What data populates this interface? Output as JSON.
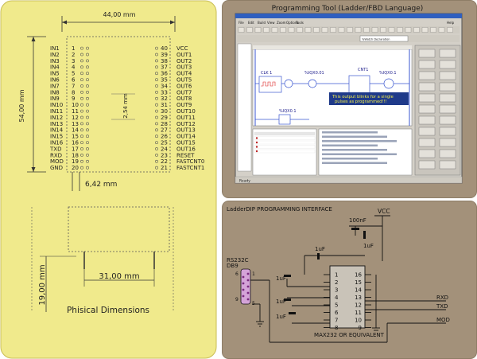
{
  "physical": {
    "width_dim": "44,00 mm",
    "height_dim": "54,00 mm",
    "pitch_dim": "2,54 mm",
    "row_dim": "6,42 mm",
    "side_height_dim": "19,00 mm",
    "side_width_dim": "31,00 mm",
    "caption": "Phisical Dimensions",
    "left_labels": [
      "IN1",
      "IN2",
      "IN3",
      "IN4",
      "IN5",
      "IN6",
      "IN7",
      "IN8",
      "IN9",
      "IN10",
      "IN11",
      "IN12",
      "IN13",
      "IN14",
      "IN15",
      "IN16",
      "TXD",
      "RXD",
      "MOD",
      "GND"
    ],
    "left_pins": [
      "1",
      "2",
      "3",
      "4",
      "5",
      "6",
      "7",
      "8",
      "9",
      "10",
      "11",
      "12",
      "13",
      "14",
      "15",
      "16",
      "17",
      "18",
      "19",
      "20"
    ],
    "right_pins": [
      "40",
      "39",
      "38",
      "37",
      "36",
      "35",
      "34",
      "33",
      "32",
      "31",
      "30",
      "29",
      "28",
      "27",
      "26",
      "25",
      "24",
      "23",
      "22",
      "21"
    ],
    "right_labels": [
      "VCC",
      "OUT1",
      "OUT2",
      "OUT3",
      "OUT4",
      "OUT5",
      "OUT6",
      "OUT7",
      "OUT8",
      "OUT9",
      "OUT10",
      "OUT11",
      "OUT12",
      "OUT13",
      "OUT14",
      "OUT15",
      "OUT16",
      "RESET",
      "FASTCNT0",
      "FASTCNT1"
    ]
  },
  "programming": {
    "title": "Programming Tool (Ladder/FBD Language)",
    "menu": [
      "File",
      "Edit",
      "Build",
      "View",
      "Zoom",
      "Options",
      "Tools",
      "Help"
    ],
    "dropdown": "%Watch Declaration",
    "note": "This output blinks for a single pulses as programmed!!!",
    "blocks": [
      "CLK 1",
      "%IQX0.01",
      "CNT1",
      "%IQX0.1",
      "%IQX0.1"
    ],
    "status": "Ready"
  },
  "ladder": {
    "title": "LadderDIP PROGRAMMING INTERFACE",
    "vcc": "VCC",
    "cap100": "100nF",
    "cap_a": "1uF",
    "cap_b": "1uF",
    "cap_c": "1uF",
    "cap_d": "1uF",
    "cap_e": "1uF",
    "rs232": "RS232C",
    "db9": "DB9",
    "db9_pins": [
      "6",
      "9",
      "1",
      "5"
    ],
    "chip": "MAX232 OR EQUIVALENT",
    "chip_left": [
      "1",
      "2",
      "3",
      "4",
      "5",
      "6",
      "7",
      "8"
    ],
    "chip_right": [
      "16",
      "15",
      "14",
      "13",
      "12",
      "11",
      "10",
      "9"
    ],
    "rxd": "RXD",
    "txd": "TXD",
    "mod": "MOD"
  },
  "colors": {
    "board_fill": "#f0ea8c",
    "board_stroke": "#c9bd55",
    "panel_fill": "#a3917a",
    "panel_stroke": "#8e7d66",
    "window_blue": "#2f5fbf"
  }
}
